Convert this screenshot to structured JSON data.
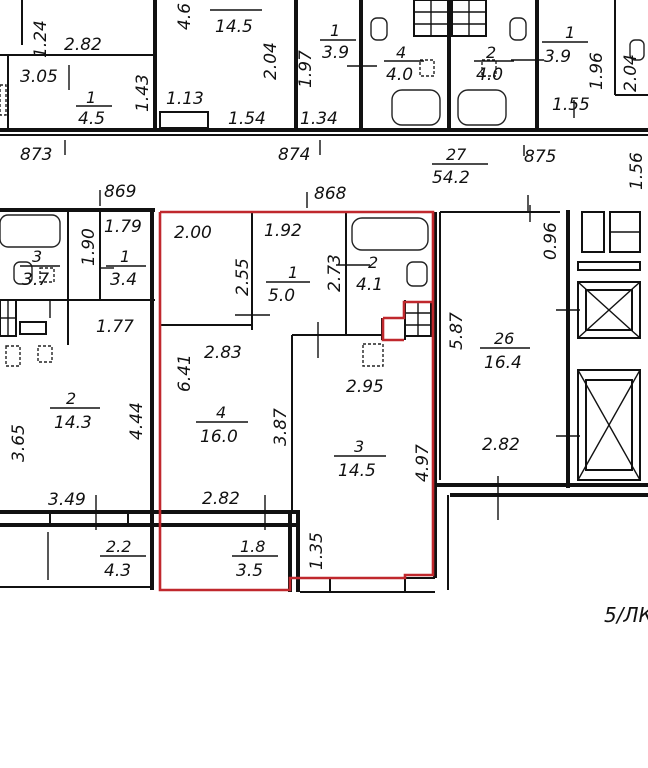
{
  "floor_label": "5/ЛК",
  "apartment_numbers": {
    "apt_873": "873",
    "apt_874": "874",
    "apt_875": "875",
    "apt_869": "869",
    "apt_868": "868"
  },
  "corridor": {
    "number": "27",
    "area": "54.2"
  },
  "stair": {
    "number": "26",
    "area": "16.4"
  },
  "rooms": {
    "top_a_area": "14.5",
    "top_bath_num": "1",
    "top_bath_area": "4.5",
    "top_c_num": "1",
    "top_c_area": "3.9",
    "top_d_num": "4",
    "top_d_area": "4.0",
    "top_e_num": "2",
    "top_e_area": "4.0",
    "top_f_num": "1",
    "top_f_area": "3.9",
    "l_bath_num": "3",
    "l_bath_area": "3.7",
    "l_hall_num": "1",
    "l_hall_area": "3.4",
    "l_room_num": "2",
    "l_room_area": "14.3",
    "l_loggia_num": "2.2",
    "l_loggia_area": "4.3",
    "hall_num": "1",
    "hall_area": "5.0",
    "bath_num": "2",
    "bath_area": "4.1",
    "room4_num": "4",
    "room4_area": "16.0",
    "room3_num": "3",
    "room3_area": "14.5",
    "loggia_num": "1.8",
    "loggia_area": "3.5"
  },
  "dims": {
    "d_1_24": "1.24",
    "d_2_82_top": "2.82",
    "d_3_05": "3.05",
    "d_1_43": "1.43",
    "d_2_04_a": "2.04",
    "d_1_97": "1.97",
    "d_1_96": "1.96",
    "d_2_04_b": "2.04",
    "d_1_13": "1.13",
    "d_1_54": "1.54",
    "d_1_34": "1.34",
    "d_1_55": "1.55",
    "d_1_56": "1.56",
    "d_4_6": "4.6",
    "d_1_79": "1.79",
    "d_1_90": "1.90",
    "d_1_77": "1.77",
    "d_3_65": "3.65",
    "d_4_44": "4.44",
    "d_3_49": "3.49",
    "d_2_00": "2.00",
    "d_1_92": "1.92",
    "d_2_55": "2.55",
    "d_2_73": "2.73",
    "d_6_41": "6.41",
    "d_2_83": "2.83",
    "d_3_87": "3.87",
    "d_2_95": "2.95",
    "d_4_97": "4.97",
    "d_2_82_mid": "2.82",
    "d_1_35": "1.35",
    "d_0_96": "0.96",
    "d_5_87": "5.87",
    "d_2_82_right": "2.82"
  }
}
